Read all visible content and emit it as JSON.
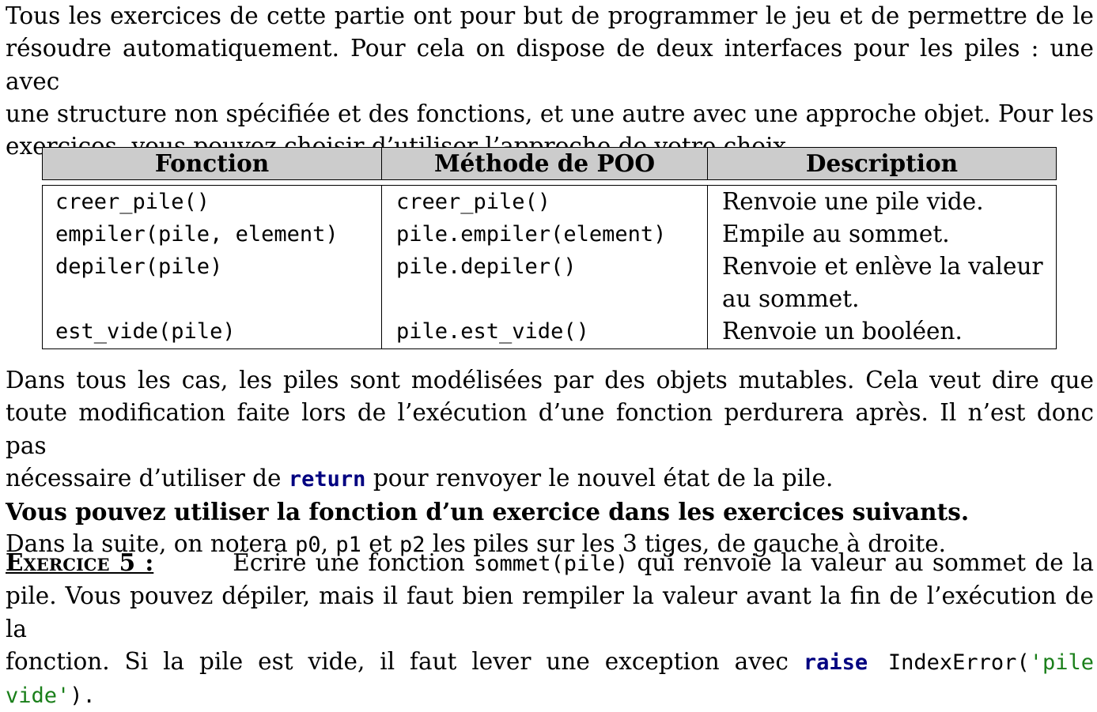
{
  "intro": {
    "line1": "Tous les exercices de cette partie ont pour but de programmer le jeu et de permettre de le",
    "line2": "résoudre automatiquement. Pour cela on dispose de deux interfaces pour les piles : une avec",
    "line3": "une structure non spécifiée et des fonctions, et une autre avec une approche objet. Pour les",
    "line4": "exercices, vous pouvez choisir d’utiliser l’approche de votre choix."
  },
  "table": {
    "headers": [
      "Fonction",
      "Méthode de POO",
      "Description"
    ],
    "rows": [
      {
        "fonction": "creer_pile()",
        "methode": "creer_pile()",
        "description": "Renvoie une pile vide."
      },
      {
        "fonction": "empiler(pile, element)",
        "methode": "pile.empiler(element)",
        "description": "Empile au sommet."
      },
      {
        "fonction": "depiler(pile)",
        "methode": "pile.depiler()",
        "description": "Renvoie et enlève la valeur",
        "description_cont": "au sommet."
      },
      {
        "fonction": "est_vide(pile)",
        "methode": "pile.est_vide()",
        "description": "Renvoie un booléen."
      }
    ]
  },
  "notes": {
    "line1": "Dans tous les cas, les piles sont modélisées par des objets mutables. Cela veut dire que",
    "line2": "toute modification faite lors de l’exécution d’une fonction perdurera après. Il n’est donc pas",
    "line3_a": "nécessaire d’utiliser de ",
    "line3_kw": "return",
    "line3_b": " pour renvoyer le nouvel état de la pile.",
    "bold_line": "Vous pouvez utiliser la fonction d’un exercice dans les exercices suivants.",
    "line5_a": "Dans la suite, on notera ",
    "p0": "p0",
    "line5_b": ", ",
    "p1": "p1",
    "line5_c": " et ",
    "p2": "p2",
    "line5_d": " les piles sur les 3 tiges, de gauche à droite."
  },
  "exercise": {
    "label": "Exercice 5 :",
    "text_a": "Écrire une fonction ",
    "code_sommet": "sommet(pile)",
    "text_b": " qui renvoie la valeur au sommet de la",
    "line2": "pile. Vous pouvez dépiler, mais il faut bien rempiler la valeur avant la fin de l’exécution de la",
    "line3_a": "fonction. Si la pile est vide, il faut lever une exception avec ",
    "kw_raise": "raise",
    "code_err": " IndexError(",
    "str_val": "'pile vide'",
    "line3_end": ")."
  }
}
